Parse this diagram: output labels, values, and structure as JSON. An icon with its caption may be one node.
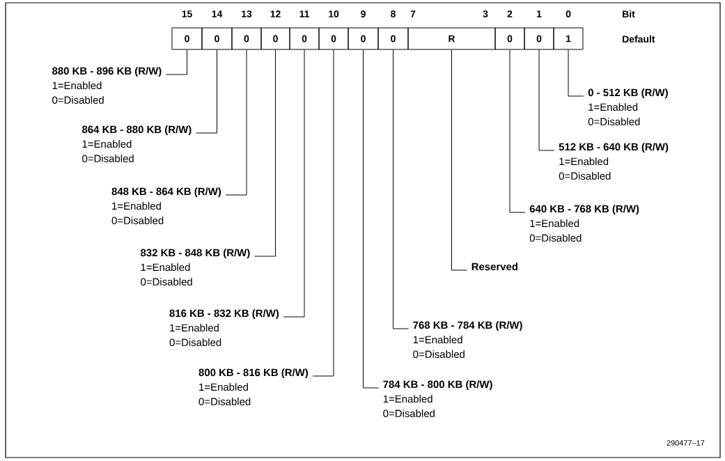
{
  "diagram": {
    "nodes": [
      {
        "text": [
          "0"
        ]
      },
      {
        "text": [
          "0"
        ]
      },
      {
        "text": [
          "0"
        ]
      },
      {
        "text": [
          "0"
        ]
      },
      {
        "text": [
          "0"
        ]
      },
      {
        "text": [
          "0"
        ]
      },
      {
        "text": [
          "0"
        ]
      },
      {
        "text": [
          "0"
        ]
      },
      {
        "text": [
          "R"
        ]
      },
      {
        "text": [
          "0"
        ]
      },
      {
        "text": [
          "0"
        ]
      },
      {
        "text": [
          "1"
        ]
      },
      {
        "text": [
          "880 KB - 896 KB (R/W)",
          "1=Enabled",
          "0=Disabled"
        ]
      },
      {
        "text": [
          "864 KB - 880 KB (R/W)",
          "1=Enabled",
          "0=Disabled"
        ]
      },
      {
        "text": [
          "848 KB - 864 KB (R/W)",
          "1=Enabled",
          "0=Disabled"
        ]
      },
      {
        "text": [
          "832 KB - 848 KB (R/W)",
          "1=Enabled",
          "0=Disabled"
        ]
      },
      {
        "text": [
          "816 KB - 832 KB (R/W)",
          "1=Enabled",
          "0=Disabled"
        ]
      },
      {
        "text": [
          "800 KB - 816 KB (R/W)",
          "1=Enabled",
          "0=Disabled"
        ]
      },
      {
        "text": [
          "784 KB - 800 KB (R/W)",
          "1=Enabled",
          "0=Disabled"
        ]
      },
      {
        "text": [
          "768 KB - 784 KB (R/W)",
          "1=Enabled",
          "0=Disabled"
        ]
      },
      {
        "text": [
          "Reserved"
        ]
      },
      {
        "text": [
          "640 KB - 768 KB (R/W)",
          "1=Enabled",
          "0=Disabled"
        ]
      },
      {
        "text": [
          "512 KB - 640 KB (R/W)",
          "1=Enabled",
          "0=Disabled"
        ]
      },
      {
        "text": [
          "0 - 512 KB (R/W)",
          "1=Enabled",
          "0=Disabled"
        ]
      }
    ],
    "edges": [
      {
        "from": 0,
        "to": 12,
        "arrow": "none"
      },
      {
        "from": 1,
        "to": 13,
        "arrow": "none"
      },
      {
        "from": 2,
        "to": 14,
        "arrow": "none"
      },
      {
        "from": 3,
        "to": 15,
        "arrow": "none"
      },
      {
        "from": 4,
        "to": 16,
        "arrow": "none"
      },
      {
        "from": 5,
        "to": 17,
        "arrow": "none"
      },
      {
        "from": 6,
        "to": 18,
        "arrow": "none"
      },
      {
        "from": 7,
        "to": 19,
        "arrow": "none"
      },
      {
        "from": 8,
        "to": 20,
        "arrow": "none"
      },
      {
        "from": 9,
        "to": 21,
        "arrow": "none"
      },
      {
        "from": 10,
        "to": 22,
        "arrow": "none"
      },
      {
        "from": 11,
        "to": 23,
        "arrow": "none"
      }
    ],
    "labels": [
      "15",
      "14",
      "13",
      "12",
      "11",
      "10",
      "9",
      "8",
      "7",
      "3",
      "2",
      "1",
      "0",
      "Bit",
      "Default",
      "290477–17"
    ]
  }
}
